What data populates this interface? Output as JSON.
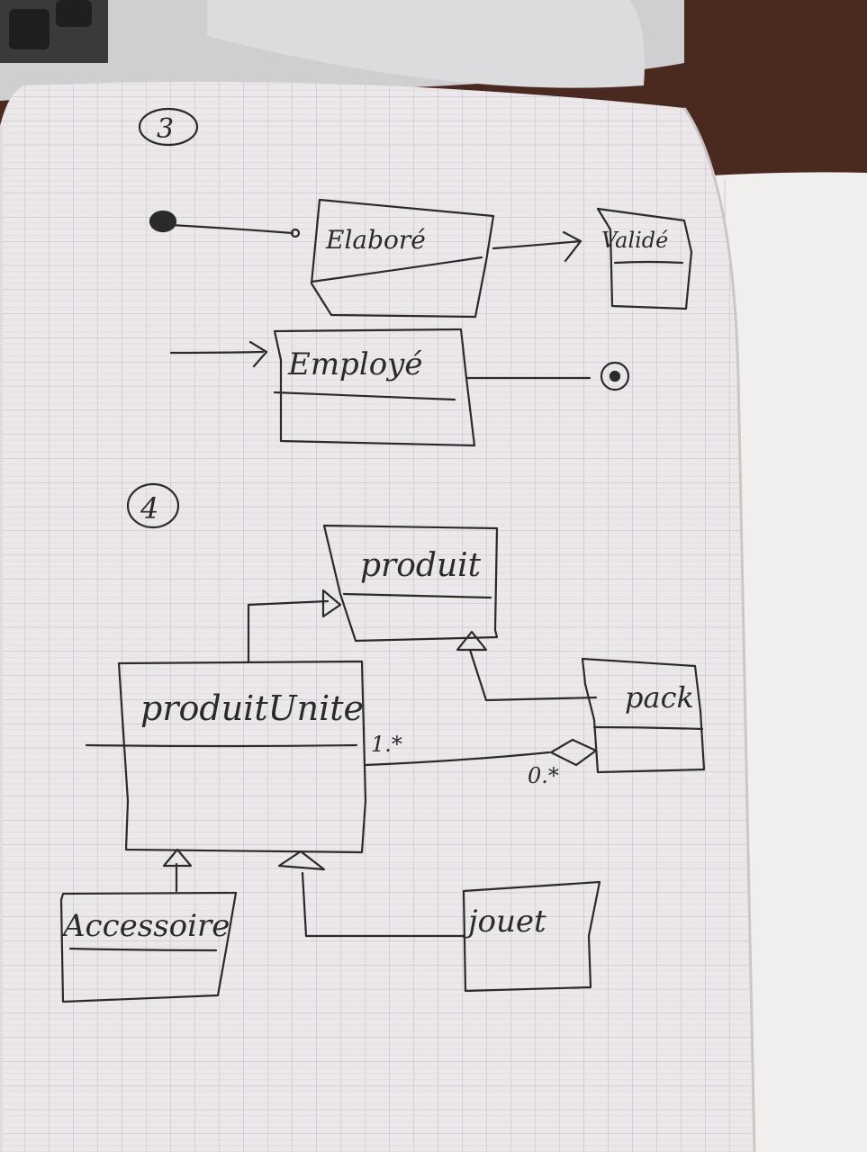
{
  "colors": {
    "paper": "#ece8ea",
    "grid_line": "#b9b8cf",
    "ink": "#2a2a2a",
    "desk": "#4a2a20",
    "laptop": "#c9c9cb",
    "second_notebook": "#f1efee"
  },
  "section_3": {
    "number": "3",
    "classes": {
      "elabore": "Elaboré",
      "valide": "Validé",
      "employe": "Employé"
    }
  },
  "section_4": {
    "number": "4",
    "classes": {
      "produit": "produit",
      "produit_unite": "produitUnite",
      "pack": "pack",
      "accessoire": "Accessoire",
      "jouet": "jouet"
    },
    "multiplicity_unite": "1.*",
    "multiplicity_pack": "0.*"
  }
}
